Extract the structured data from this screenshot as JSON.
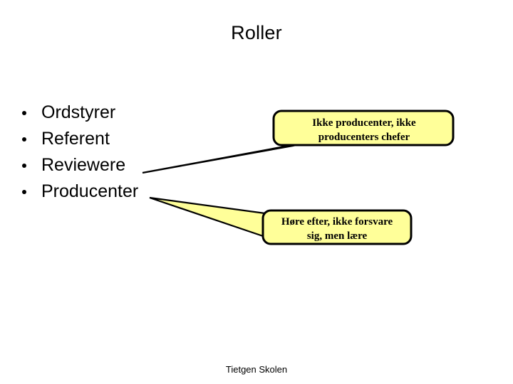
{
  "slide": {
    "title": "Roller",
    "footer": "Tietgen Skolen",
    "background_color": "#FFFFFF",
    "text_color": "#000000"
  },
  "bullets": {
    "marker": "bullet-dot",
    "items": [
      {
        "label": "Ordstyrer"
      },
      {
        "label": "Referent"
      },
      {
        "label": "Reviewere"
      },
      {
        "label": "Producenter"
      }
    ]
  },
  "callouts": [
    {
      "id": "callout-1",
      "line1": "Ikke producenter, ikke",
      "line2": "producenters chefer",
      "fill_color": "#FFFF99",
      "border_color": "#000000",
      "points_to": "Reviewere"
    },
    {
      "id": "callout-2",
      "line1": "Høre efter, ikke forsvare",
      "line2": "sig, men lære",
      "fill_color": "#FFFF99",
      "border_color": "#000000",
      "points_to": "Producenter"
    }
  ]
}
